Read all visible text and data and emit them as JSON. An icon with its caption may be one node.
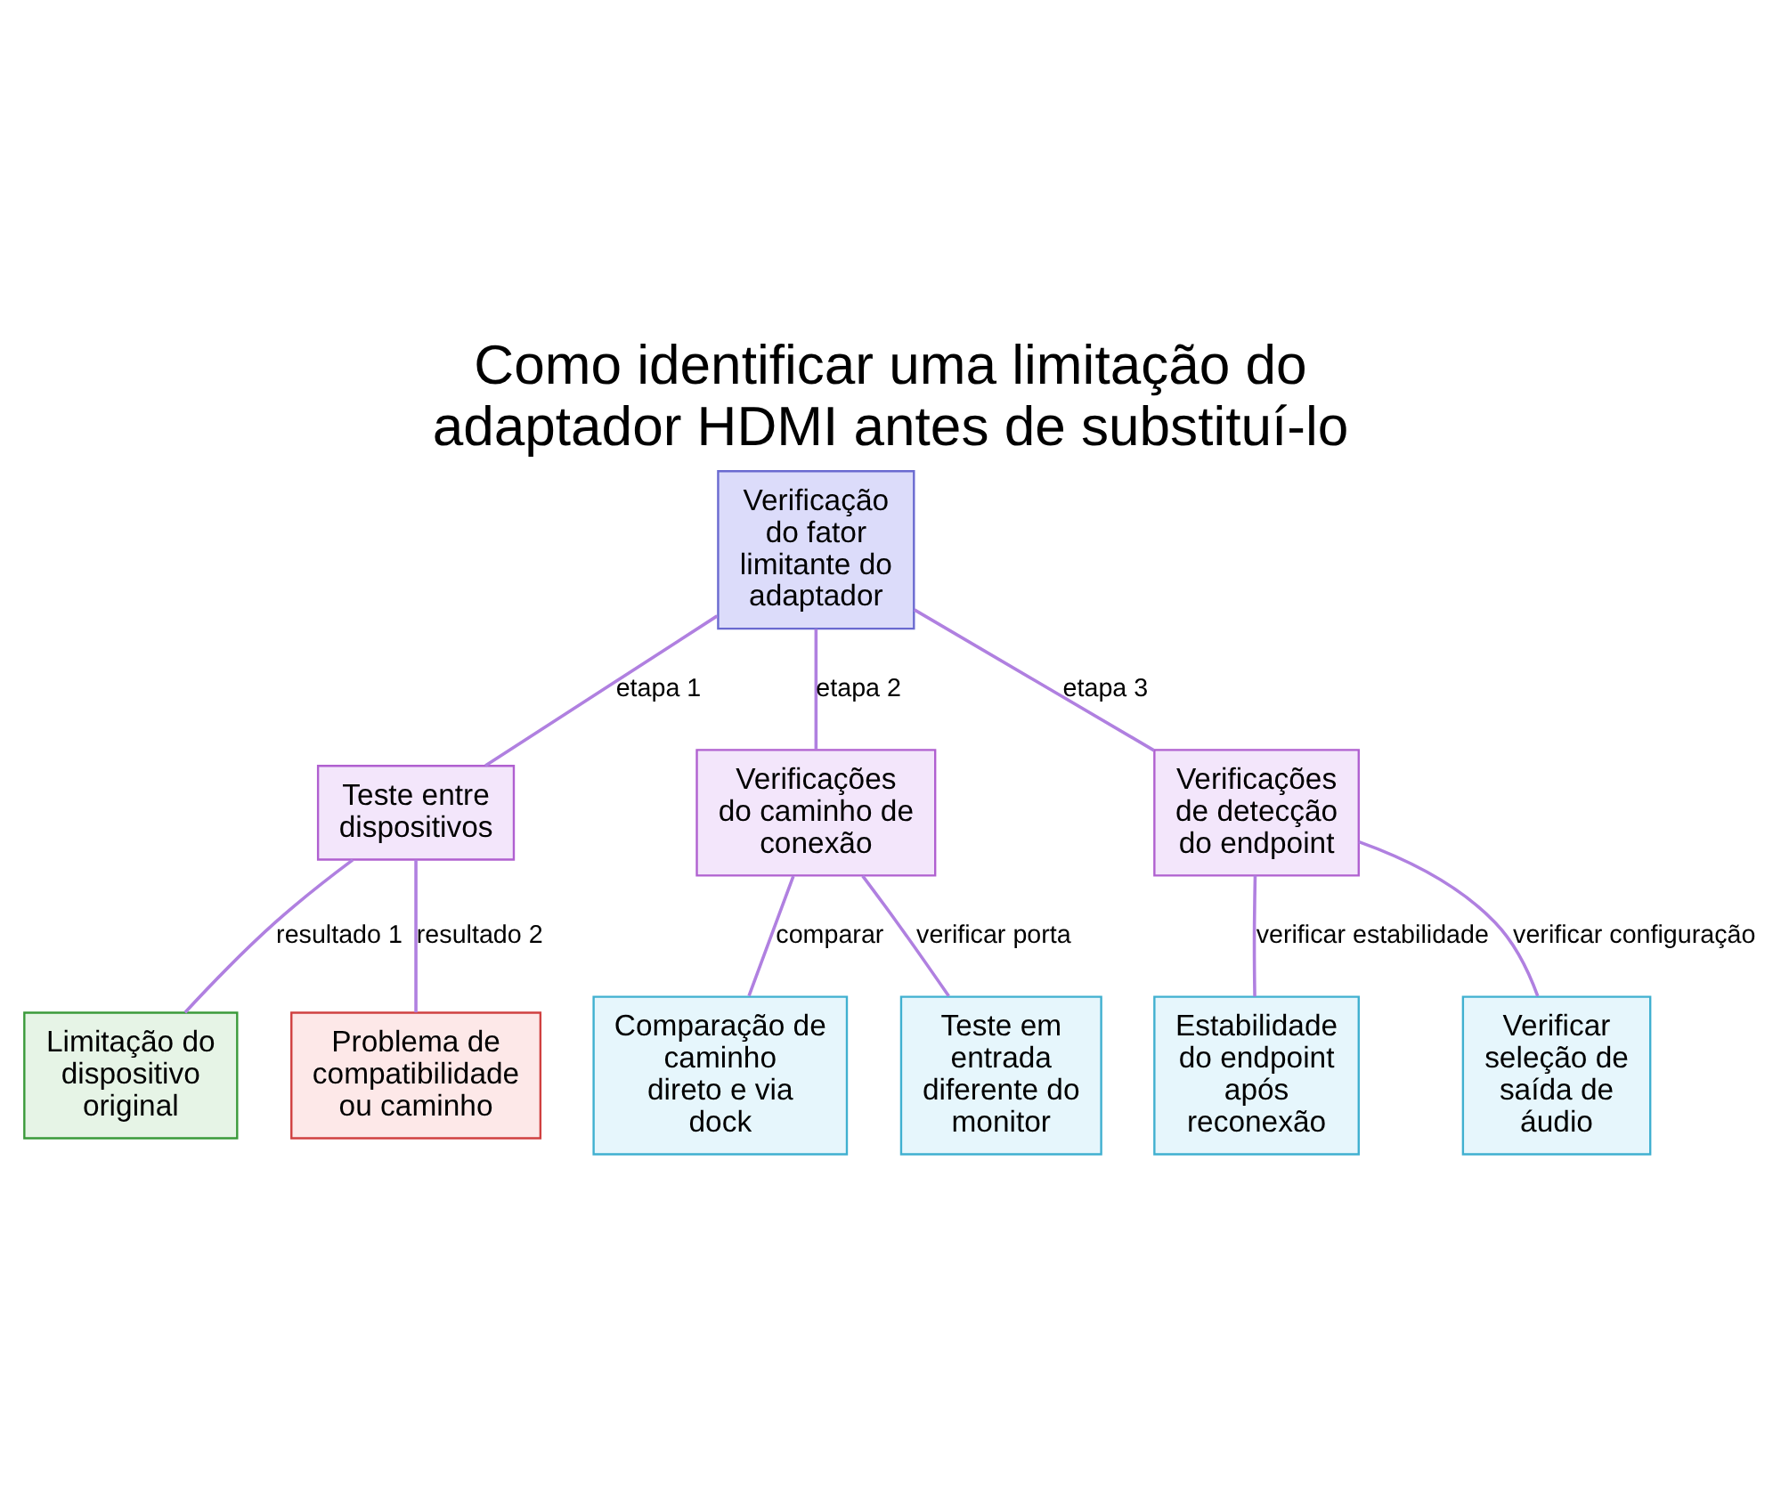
{
  "diagram": {
    "title": "Como identificar uma limitação do adaptador HDMI antes de substituí-lo",
    "nodes": [
      {
        "text": [
          "Verificação do fator limitante do adaptador"
        ]
      },
      {
        "text": [
          "Teste entre dispositivos"
        ]
      },
      {
        "text": [
          "Verificações do caminho de conexão"
        ]
      },
      {
        "text": [
          "Verificações de detecção do endpoint"
        ]
      },
      {
        "text": [
          "Limitação do dispositivo original"
        ]
      },
      {
        "text": [
          "Problema de compatibilidade ou caminho"
        ]
      },
      {
        "text": [
          "Comparação de caminho direto e via dock"
        ]
      },
      {
        "text": [
          "Teste em entrada diferente do monitor"
        ]
      },
      {
        "text": [
          "Estabilidade do endpoint após reconexão"
        ]
      },
      {
        "text": [
          "Verificar seleção de saída de áudio"
        ]
      }
    ],
    "edges": [
      {
        "from": 0,
        "to": 1,
        "arrow": "none",
        "label": "etapa 1"
      },
      {
        "from": 0,
        "to": 2,
        "arrow": "none",
        "label": "etapa 2"
      },
      {
        "from": 0,
        "to": 3,
        "arrow": "none",
        "label": "etapa 3"
      },
      {
        "from": 1,
        "to": 4,
        "arrow": "none",
        "label": "resultado 1"
      },
      {
        "from": 1,
        "to": 5,
        "arrow": "none",
        "label": "resultado 2"
      },
      {
        "from": 2,
        "to": 6,
        "arrow": "none",
        "label": "comparar"
      },
      {
        "from": 2,
        "to": 7,
        "arrow": "none",
        "label": "verificar porta"
      },
      {
        "from": 3,
        "to": 8,
        "arrow": "none",
        "label": "verificar estabilidade"
      },
      {
        "from": 3,
        "to": 9,
        "arrow": "none",
        "label": "verificar configuração"
      }
    ]
  }
}
